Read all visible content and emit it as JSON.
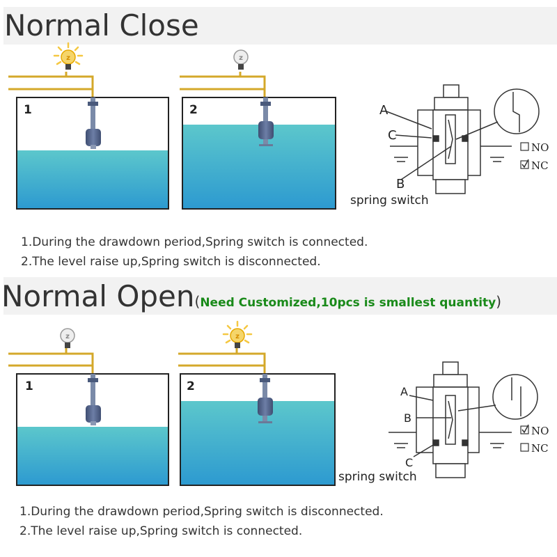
{
  "normal_close": {
    "title": "Normal Close",
    "panels": [
      {
        "number": "1"
      },
      {
        "number": "2"
      }
    ],
    "switch_diagram": {
      "labels": {
        "a": "A",
        "b": "B",
        "c": "C"
      },
      "caption": "spring switch",
      "options": [
        {
          "label": "NO",
          "checked": false
        },
        {
          "label": "NC",
          "checked": true
        }
      ]
    },
    "descriptions": [
      "1.During the drawdown period,Spring switch is connected.",
      "2.The level raise up,Spring switch is disconnected."
    ],
    "lamps": [
      {
        "state": "lit"
      },
      {
        "state": "off"
      }
    ]
  },
  "normal_open": {
    "title": "Normal Open",
    "note_open_paren": "(",
    "note": "Need Customized,10pcs is smallest quantity",
    "note_close_paren": ")",
    "panels": [
      {
        "number": "1"
      },
      {
        "number": "2"
      }
    ],
    "switch_diagram": {
      "labels": {
        "a": "A",
        "b": "B",
        "c": "C"
      },
      "caption": "spring switch",
      "options": [
        {
          "label": "NO",
          "checked": true
        },
        {
          "label": "NC",
          "checked": false
        }
      ]
    },
    "descriptions": [
      "1.During the drawdown period,Spring switch is disconnected.",
      "2.The level raise up,Spring switch is connected."
    ],
    "lamps": [
      {
        "state": "off"
      },
      {
        "state": "lit"
      }
    ]
  },
  "colors": {
    "wire": "#d4a82a",
    "water_top": "#5cc7cc",
    "water_bottom": "#2d9ad0",
    "float": "#5a6b90",
    "note": "#1a8a1a",
    "lamp_lit": "#f5c842"
  }
}
